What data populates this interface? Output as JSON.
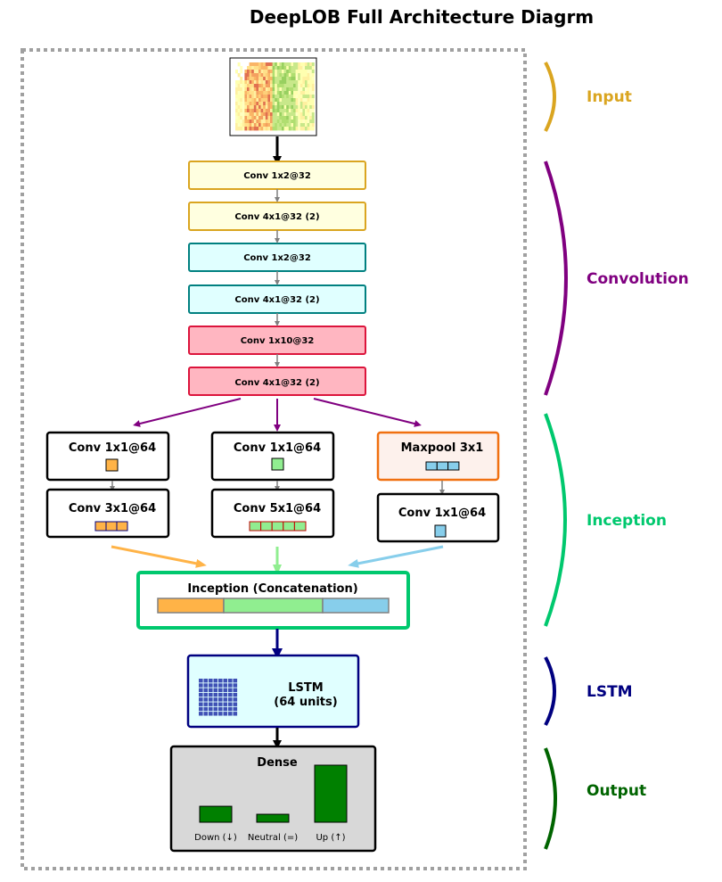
{
  "title": "DeepLOB Full Architecture Diagrm",
  "stages": {
    "input": {
      "label": "Input",
      "color": "#DAA520"
    },
    "convolution": {
      "label": "Convolution",
      "color": "#800080"
    },
    "inception": {
      "label": "Inception",
      "color": "#00C86E"
    },
    "lstm": {
      "label": "LSTM",
      "color": "#000080"
    },
    "output": {
      "label": "Output",
      "color": "#006400"
    }
  },
  "conv_layers": [
    {
      "label": "Conv 1x2@32",
      "fill": "#FFFFE0",
      "stroke": "#DAA520"
    },
    {
      "label": "Conv 4x1@32 (2)",
      "fill": "#FFFFE0",
      "stroke": "#DAA520"
    },
    {
      "label": "Conv 1x2@32",
      "fill": "#E0FFFF",
      "stroke": "#008080"
    },
    {
      "label": "Conv 4x1@32 (2)",
      "fill": "#E0FFFF",
      "stroke": "#008080"
    },
    {
      "label": "Conv 1x10@32",
      "fill": "#FFB6C1",
      "stroke": "#DC143C"
    },
    {
      "label": "Conv 4x1@32 (2)",
      "fill": "#FFB6C1",
      "stroke": "#DC143C"
    }
  ],
  "inception": {
    "branches": [
      {
        "top": "Conv 1x1@64",
        "bottom": "Conv 3x1@64",
        "color": "#FFB347"
      },
      {
        "top": "Conv 1x1@64",
        "bottom": "Conv 5x1@64",
        "color": "#90EE90"
      },
      {
        "top": "Maxpool 3x1",
        "bottom": "Conv 1x1@64",
        "color": "#87CEEB"
      }
    ],
    "concat_label": "Inception (Concatenation)"
  },
  "lstm": {
    "line1": "LSTM",
    "line2": "(64 units)"
  },
  "dense": {
    "title": "Dense",
    "bars": [
      {
        "label": "Down (↓)",
        "value": 0.28
      },
      {
        "label": "Neutral (=)",
        "value": 0.14
      },
      {
        "label": "Up (↑)",
        "value": 1.0
      }
    ],
    "bar_color": "#008000"
  },
  "icons": {
    "arrow": "arrow-down-icon",
    "brace": "curly-brace-icon"
  }
}
